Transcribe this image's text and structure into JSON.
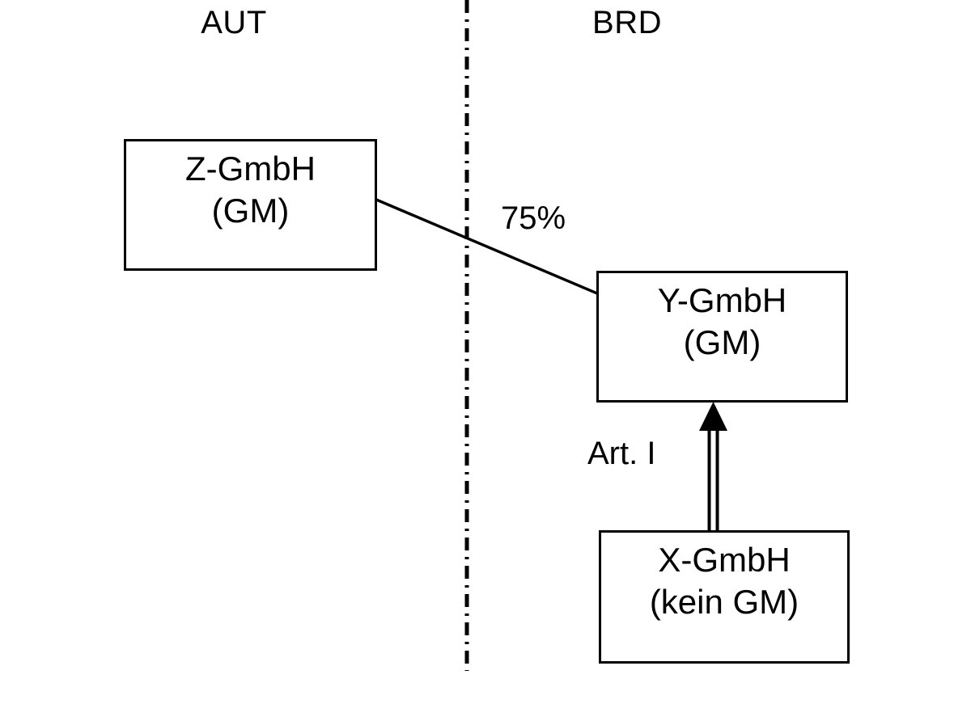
{
  "diagram": {
    "type": "corporate-structure",
    "background_color": "#ffffff",
    "line_color": "#000000"
  },
  "jurisdictions": {
    "left": {
      "label": "AUT"
    },
    "right": {
      "label": "BRD"
    },
    "divider": {
      "style": "dash-dot",
      "name": "country-border-line"
    }
  },
  "entities": [
    {
      "id": "z",
      "name_line": "Z-GmbH",
      "status_line": "(GM)",
      "jurisdiction": "AUT"
    },
    {
      "id": "y",
      "name_line": "Y-GmbH",
      "status_line": "(GM)",
      "jurisdiction": "BRD"
    },
    {
      "id": "x",
      "name_line": "X-GmbH",
      "status_line": "(kein GM)",
      "jurisdiction": "BRD"
    }
  ],
  "connectors": [
    {
      "id": "shareholding",
      "from": "z",
      "to": "y",
      "label": "75%",
      "style": "plain-line",
      "arrow": false
    },
    {
      "id": "merger",
      "from": "x",
      "to": "y",
      "label": "Art. I",
      "style": "double-line",
      "arrow": true
    }
  ]
}
